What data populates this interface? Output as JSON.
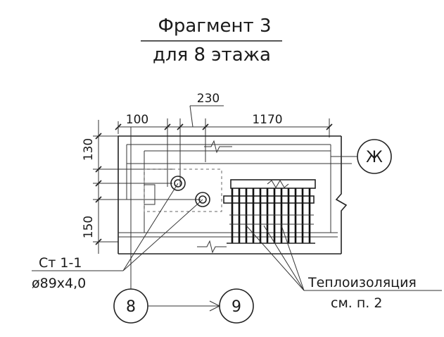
{
  "title_line1": "Фрагмент 3",
  "title_line2": "для 8 этажа",
  "dimensions": {
    "d100": "100",
    "d230": "230",
    "d1170": "1170",
    "d130": "130",
    "d150": "150"
  },
  "axis_letter": "Ж",
  "axis_num_left": "8",
  "axis_num_right": "9",
  "callout_pipe_line1": "Ст 1-1",
  "callout_pipe_line2": "ø89x4,0",
  "callout_insulation_line1": "Теплоизоляция",
  "callout_insulation_line2": "см. п. 2"
}
